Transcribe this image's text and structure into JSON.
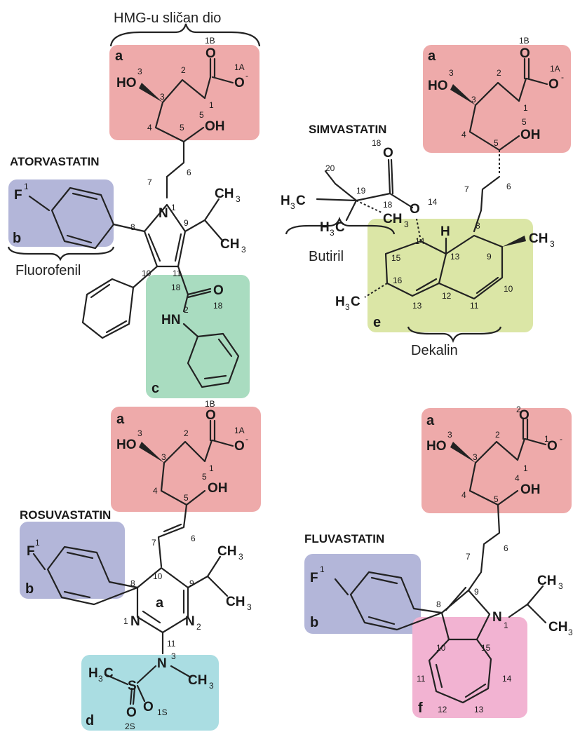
{
  "colors": {
    "region_a": "#eeaaaa",
    "region_b": "#b3b6d9",
    "region_c": "#a9dcc0",
    "region_d": "#aadde2",
    "region_e": "#dbe6a6",
    "region_f": "#f2b3d2"
  },
  "captions": {
    "hmg": "HMG-u sličan dio",
    "fluorofenil": "Fluorofenil",
    "butiril": "Butiril",
    "dekalin": "Dekalin"
  },
  "atorvastatin": {
    "name": "ATORVASTATIN",
    "region_a": "a",
    "region_b": "b",
    "region_c": "c",
    "ho": "HO",
    "o1b": "O",
    "o1a": "O",
    "oh5": "OH",
    "f": "F",
    "n1": "N",
    "ch3_top": "CH",
    "ch3_bot": "CH",
    "o18": "O",
    "hn": "HN",
    "nums": {
      "n3a": "3",
      "n1b": "1B",
      "n1a": "1A",
      "minus": "-",
      "n2": "2",
      "n3": "3",
      "n1": "1",
      "n4": "4",
      "n5": "5",
      "n5oh": "5",
      "n6": "6",
      "n7": "7",
      "f1": "1",
      "n8": "8",
      "nN1": "1",
      "n9": "9",
      "n10": "10",
      "n11": "11",
      "n18": "18",
      "n18o": "18",
      "nN2": "2",
      "sub3a": "3",
      "sub3b": "3"
    }
  },
  "simvastatin": {
    "name": "SIMVASTATIN",
    "region_a": "a",
    "region_e": "e",
    "ho": "HO",
    "o1b": "O",
    "o1a": "O",
    "oh5": "OH",
    "o18": "O",
    "o14": "O",
    "h3c_left": "H",
    "h3c_c": "C",
    "ch3_19": "CH",
    "h3c_lo": "H",
    "h3c_lo_c": "C",
    "h": "H",
    "ch3_9": "CH",
    "h3c_16": "H",
    "h3c_16_c": "C",
    "nums": {
      "n3a": "3",
      "n1b": "1B",
      "n1a": "1A",
      "minus": "-",
      "n2": "2",
      "n3": "3",
      "n1": "1",
      "n4": "4",
      "n5": "5",
      "n5oh": "5",
      "n6": "6",
      "n7": "7",
      "n8": "8",
      "n9": "9",
      "n10": "10",
      "n11": "11",
      "n12": "12",
      "n13": "13",
      "n14": "14",
      "n15": "15",
      "n16": "16",
      "n13b": "13",
      "n18": "18",
      "n18t": "18",
      "n19": "19",
      "n20": "20",
      "n14o": "14",
      "sub3": "3"
    }
  },
  "rosuvastatin": {
    "name": "ROSUVASTATIN",
    "region_a": "a",
    "region_b": "b",
    "region_d": "d",
    "ring_a": "a",
    "ho": "HO",
    "o1b": "O",
    "o1a": "O",
    "oh5": "OH",
    "f": "F",
    "ch3_top": "CH",
    "ch3_bot": "CH",
    "n1": "N",
    "n2": "N",
    "n3": "N",
    "s": "S",
    "o1s": "O",
    "o2s": "O",
    "h3c": "H",
    "h3c_c": "C",
    "ch3_n": "CH",
    "nums": {
      "n3a": "3",
      "n1b": "1B",
      "n1a": "1A",
      "minus": "-",
      "n2": "2",
      "n3": "3",
      "n1": "1",
      "n4": "4",
      "n5": "5",
      "n5oh": "5",
      "n6": "6",
      "n7": "7",
      "f1": "1",
      "n8": "8",
      "n9": "9",
      "n10": "10",
      "n11": "11",
      "nN1": "1",
      "nN2": "2",
      "nN3": "3",
      "n1s": "1S",
      "n2s": "2S",
      "sub3": "3"
    }
  },
  "fluvastatin": {
    "name": "FLUVASTATIN",
    "region_a": "a",
    "region_b": "b",
    "region_f": "f",
    "ho": "HO",
    "o2": "O",
    "o1": "O",
    "oh4": "OH",
    "f": "F",
    "n1": "N",
    "ch3_top": "CH",
    "ch3_bot": "CH",
    "nums": {
      "n3a": "3",
      "n2o": "2",
      "n1o": "1",
      "minus": "-",
      "n2": "2",
      "n3": "3",
      "n1": "1",
      "n4": "4",
      "n5": "5",
      "n4oh": "4",
      "n6": "6",
      "n7": "7",
      "f1": "1",
      "n8": "8",
      "n9": "9",
      "nN1": "1",
      "n10": "10",
      "n15": "15",
      "n11": "11",
      "n14": "14",
      "n12": "12",
      "n13": "13",
      "sub3": "3"
    }
  }
}
